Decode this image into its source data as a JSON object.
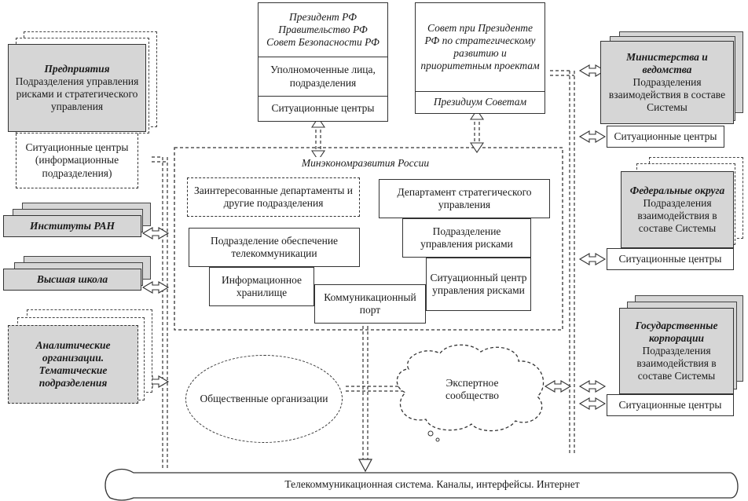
{
  "top": {
    "president": [
      "Президент РФ",
      "Правительство РФ",
      "Совет Безопасности РФ"
    ],
    "authorized": "Уполномоченные лица, подразделения",
    "sit_centers": "Ситуационные центры",
    "council": "Совет при Президенте РФ по стратегическому развитию и приоритетным проектам",
    "presidium": "Президиум Советам"
  },
  "left": {
    "enterprises_title": "Предприятия",
    "enterprises_body": "Подразделения управления рисками и стратегического управления",
    "enterprises_sc": "Ситуационные центры (информационные подразделения)",
    "ran": "Институты РАН",
    "higher_school": "Высшая школа",
    "analytic_title": "Аналитические организации. Тематические подразделения"
  },
  "right": {
    "ministries_title": "Министерства и ведомства",
    "ministries_body": "Подразделения взаимодействия в составе Системы",
    "ministries_sc": "Ситуационные центры",
    "districts_title": "Федеральные округа",
    "districts_body": "Подразделения взаимодействия в составе Системы",
    "districts_sc": "Ситуационные центры",
    "corps_title": "Государственные корпорации",
    "corps_body": "Подразделения взаимодействия в составе Системы",
    "corps_sc": "Ситуационные центры"
  },
  "center": {
    "ministry": "Минэкономразвития России",
    "interested": "Заинтересованные департаменты и другие подразделения",
    "strategic": "Департамент стратегического управления",
    "risk_unit": "Подразделение управления рисками",
    "telecom_unit": "Подразделение обеспечение телекоммуникации",
    "storage": "Информационное хранилище",
    "port": "Коммуникационный порт",
    "risk_sc": "Ситуационный центр управления рисками"
  },
  "bottom": {
    "public_orgs": "Общественные организации",
    "expert": "Экспертное сообщество",
    "telecom_system": "Телекоммуникационная система. Каналы, интерфейсы. Интернет"
  }
}
